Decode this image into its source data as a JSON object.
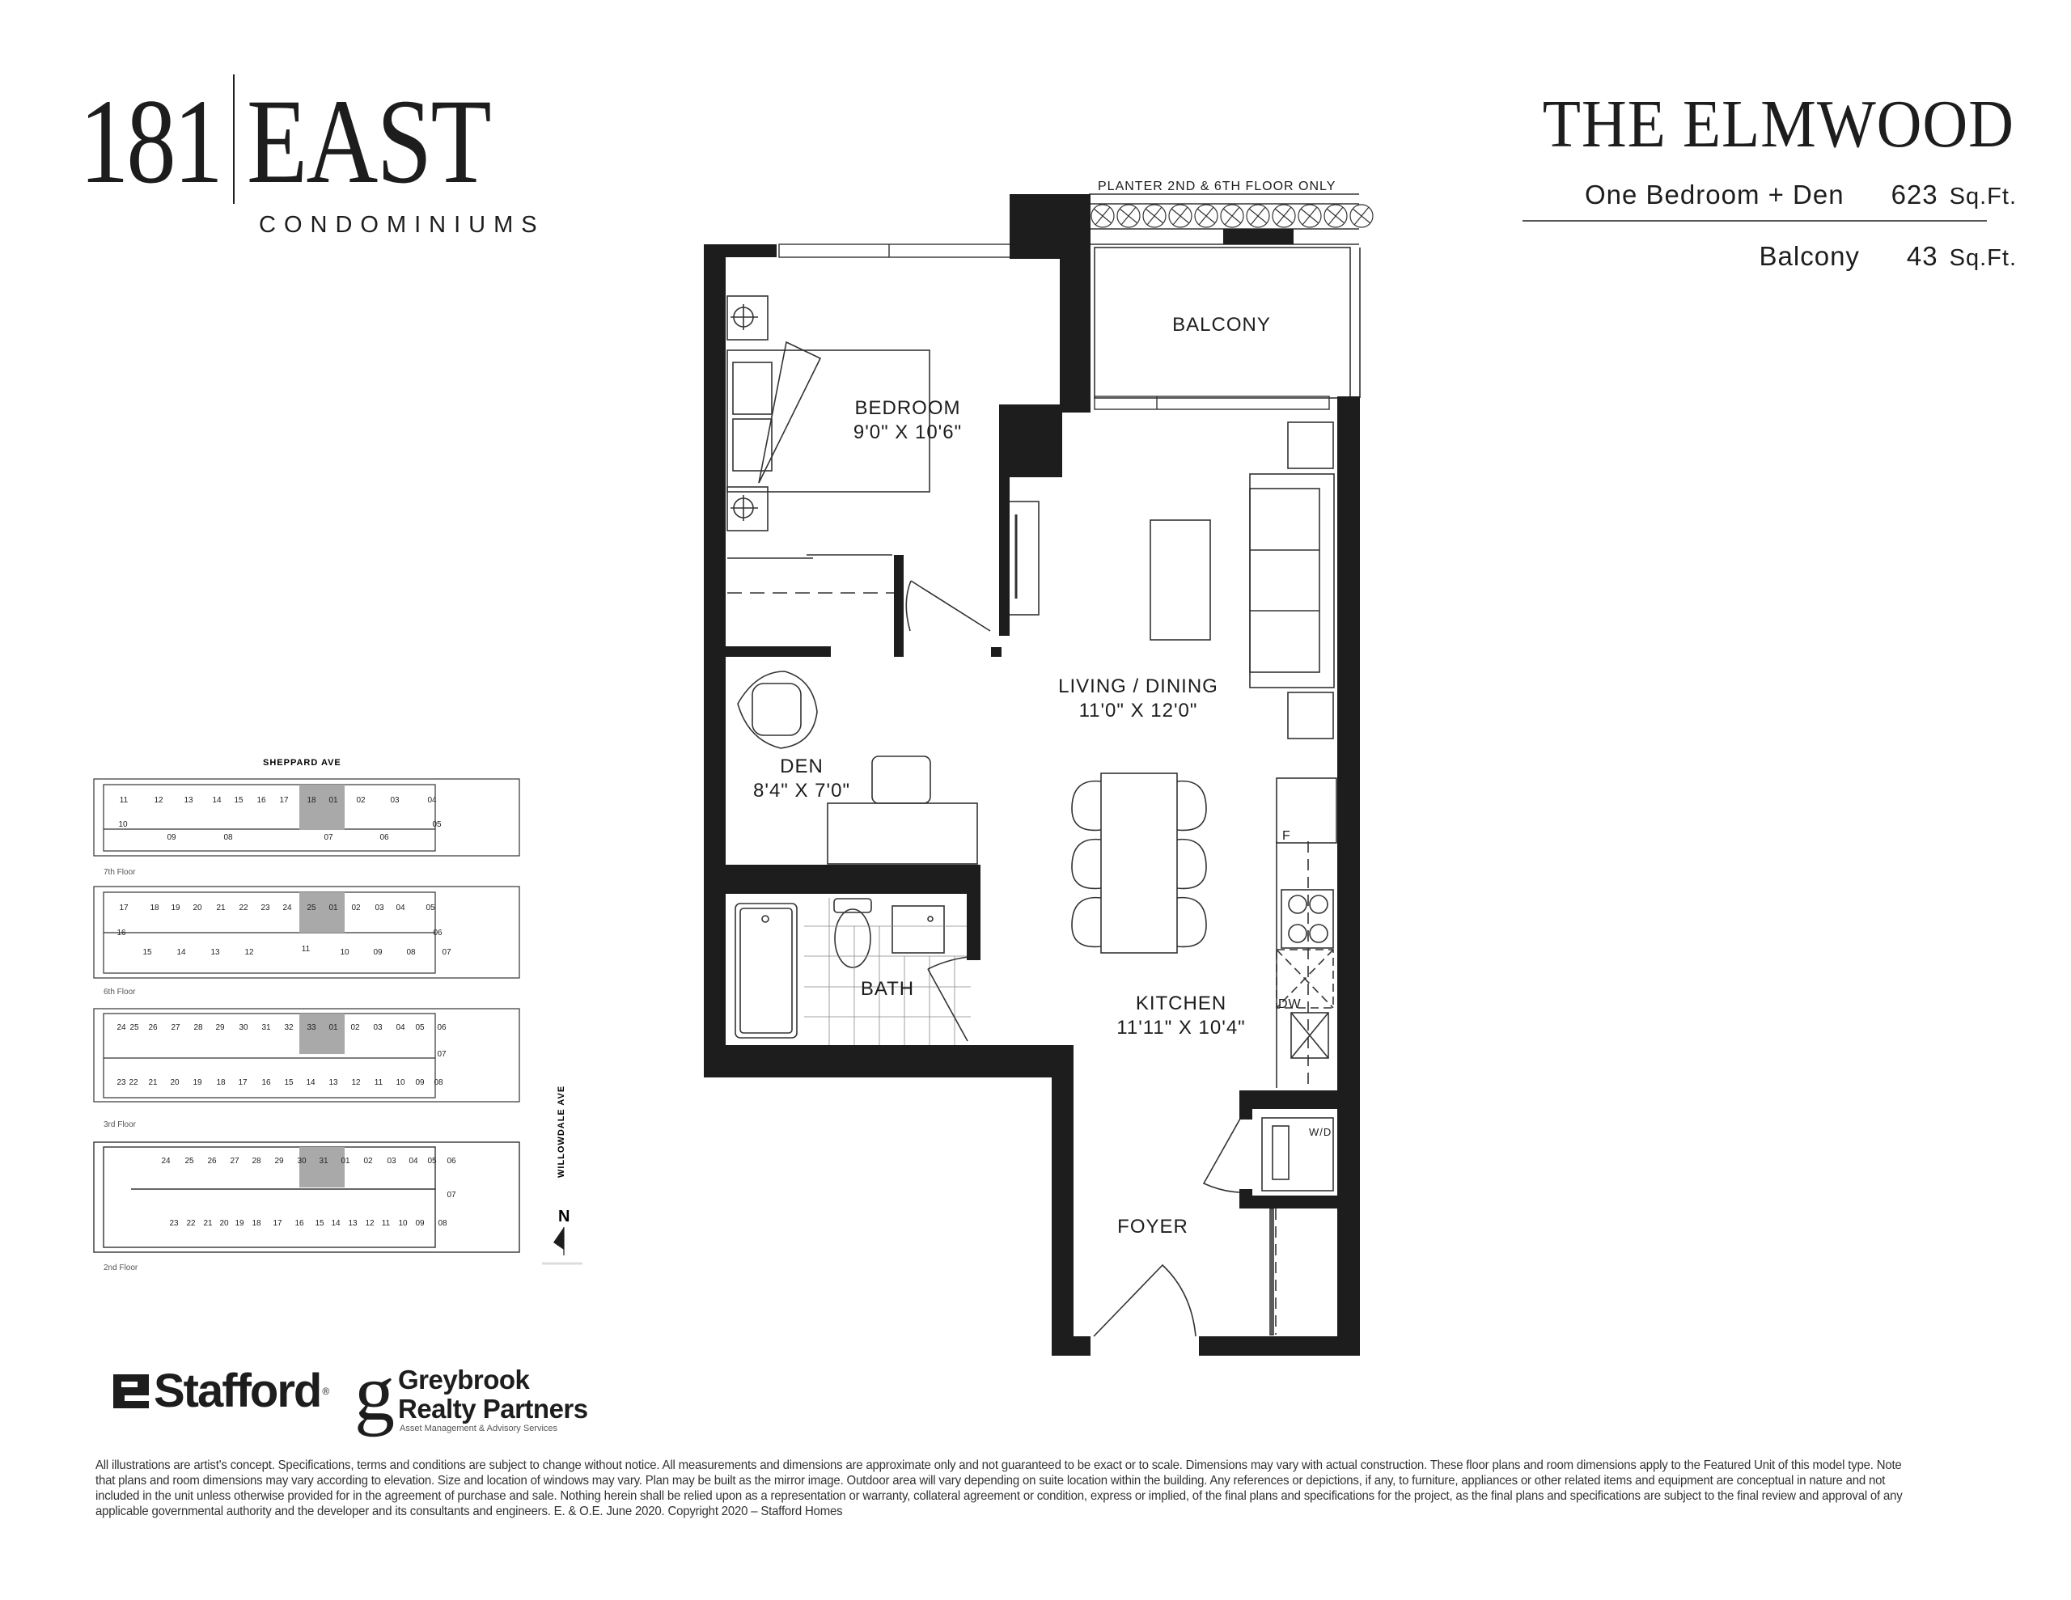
{
  "brand": {
    "number": "181",
    "name": "EAST",
    "subtitle": "CONDOMINIUMS"
  },
  "model": {
    "title": "THE ELMWOOD",
    "specs": [
      {
        "label": "One Bedroom + Den",
        "value": "623",
        "unit": "Sq.Ft."
      },
      {
        "label": "Balcony",
        "value": "43",
        "unit": "Sq.Ft."
      }
    ]
  },
  "floorplan": {
    "planter_note": "PLANTER 2ND & 6TH FLOOR ONLY",
    "rooms": [
      {
        "name": "BALCONY",
        "dims": ""
      },
      {
        "name": "BEDROOM",
        "dims": "9'0\" X 10'6\""
      },
      {
        "name": "LIVING / DINING",
        "dims": "11'0\" X 12'0\""
      },
      {
        "name": "DEN",
        "dims": "8'4\" X 7'0\""
      },
      {
        "name": "BATH",
        "dims": ""
      },
      {
        "name": "KITCHEN",
        "dims": "11'11\" X 10'4\""
      },
      {
        "name": "FOYER",
        "dims": ""
      }
    ],
    "appliance_labels": {
      "fridge": "F",
      "dishwasher": "DW",
      "washer_dryer": "W/D"
    },
    "wall_color": "#1d1d1d"
  },
  "keyplan": {
    "north_street": "SHEPPARD AVE",
    "east_street": "WILLOWDALE AVE",
    "north_label": "N",
    "highlight_color": "#a9a9a9",
    "floors": [
      {
        "label": "7th Floor",
        "top_units": [
          "11",
          "12",
          "13",
          "14",
          "15",
          "16",
          "17",
          "18",
          "01",
          "02",
          "03",
          "04"
        ],
        "bottom_units": [
          "10",
          "09",
          "08",
          "07",
          "06",
          "05"
        ],
        "highlighted": [
          "18",
          "01"
        ]
      },
      {
        "label": "6th Floor",
        "top_units": [
          "17",
          "18",
          "19",
          "20",
          "21",
          "22",
          "23",
          "24",
          "25",
          "01",
          "02",
          "03",
          "04",
          "05"
        ],
        "bottom_units": [
          "16",
          "15",
          "14",
          "13",
          "12",
          "11",
          "10",
          "09",
          "08",
          "07",
          "06"
        ],
        "highlighted": [
          "25",
          "01"
        ]
      },
      {
        "label": "3rd Floor",
        "top_units": [
          "24",
          "25",
          "26",
          "27",
          "28",
          "29",
          "30",
          "31",
          "32",
          "33",
          "01",
          "02",
          "03",
          "04",
          "05",
          "06"
        ],
        "bottom_units": [
          "23",
          "22",
          "21",
          "20",
          "19",
          "18",
          "17",
          "16",
          "15",
          "14",
          "13",
          "12",
          "11",
          "10",
          "09",
          "08",
          "07"
        ],
        "highlighted": [
          "33",
          "01"
        ]
      },
      {
        "label": "2nd Floor",
        "top_units": [
          "24",
          "25",
          "26",
          "27",
          "28",
          "29",
          "30",
          "31",
          "01",
          "02",
          "03",
          "04",
          "05",
          "06"
        ],
        "bottom_units": [
          "23",
          "22",
          "21",
          "20",
          "19",
          "18",
          "17",
          "16",
          "15",
          "14",
          "13",
          "12",
          "11",
          "10",
          "09",
          "08",
          "07"
        ],
        "highlighted": [
          "31",
          "01"
        ]
      }
    ]
  },
  "partners": {
    "stafford": "Stafford",
    "greybrook_mark": "g",
    "greybrook_line1": "Greybrook",
    "greybrook_line2": "Realty Partners",
    "greybrook_tagline": "Asset Management & Advisory Services"
  },
  "disclaimer": "All illustrations are artist's concept. Specifications, terms and conditions are subject to change without notice. All measurements and dimensions are approximate only and not guaranteed to be exact or to scale. Dimensions may vary with actual construction. These floor plans and room dimensions apply to the Featured Unit of this model type. Note that plans and room dimensions may vary according to elevation. Size and location of windows may vary. Plan may be built as the mirror image. Outdoor area will vary depending on suite location within the building. Any references or depictions, if any, to furniture, appliances or other related items and equipment are conceptual in nature and not included in the unit unless otherwise provided for in the agreement of purchase and sale. Nothing herein shall be relied upon as a representation or warranty, collateral agreement or condition, express or implied, of the final plans and specifications for the project, as the final plans and specifications are subject to the final review and approval of any applicable governmental authority and the developer and its consultants and engineers. E. & O.E. June 2020. Copyright 2020 – Stafford Homes"
}
